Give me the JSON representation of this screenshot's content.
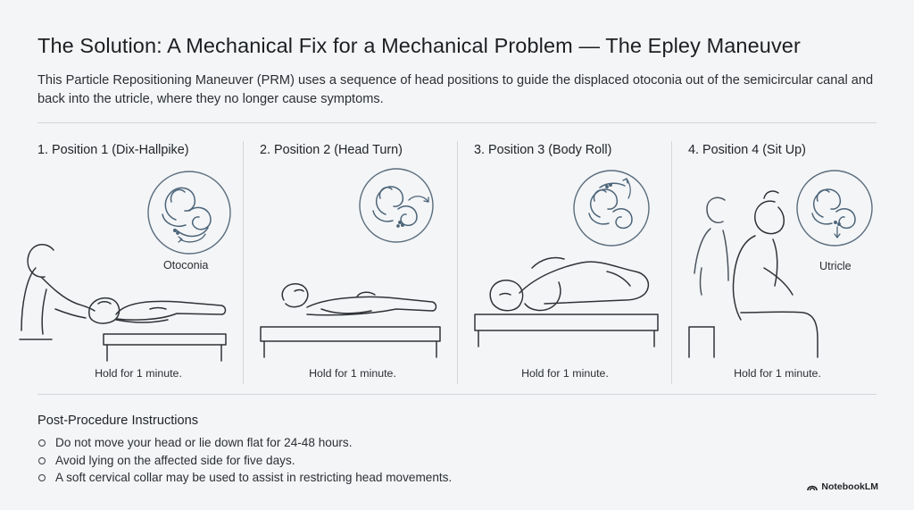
{
  "title": "The Solution: A Mechanical Fix for a Mechanical Problem — The Epley Maneuver",
  "intro": "This Particle Repositioning Maneuver (PRM) uses a sequence of head positions to guide the displaced otoconia out of the semicircular canal and back into the utricle, where they no longer cause symptoms.",
  "panels": [
    {
      "title": "1. Position 1 (Dix-Hallpike)",
      "hold": "Hold for 1 minute.",
      "callout": "Otoconia",
      "scene": "lying-head-hanging",
      "icon": "inner-ear-icon"
    },
    {
      "title": "2. Position 2 (Head Turn)",
      "hold": "Hold for 1 minute.",
      "callout": "",
      "scene": "lying-head-turned",
      "icon": "inner-ear-icon"
    },
    {
      "title": "3. Position 3 (Body Roll)",
      "hold": "Hold for 1 minute.",
      "callout": "",
      "scene": "lying-on-side",
      "icon": "inner-ear-icon"
    },
    {
      "title": "4. Position 4 (Sit Up)",
      "hold": "Hold for 1 minute.",
      "callout": "Utricle",
      "scene": "sitting-up",
      "icon": "inner-ear-icon"
    }
  ],
  "post": {
    "title": "Post-Procedure Instructions",
    "items": [
      "Do not move your head or lie down flat for 24-48 hours.",
      "Avoid lying on the affected side for five days.",
      "A soft cervical collar may be used to assist in restricting head movements."
    ]
  },
  "brand": "NotebookLM",
  "colors": {
    "background": "#f4f5f7",
    "ink": "#2f3338",
    "ear_ink": "#4b6478",
    "rule": "#d3d6da"
  }
}
